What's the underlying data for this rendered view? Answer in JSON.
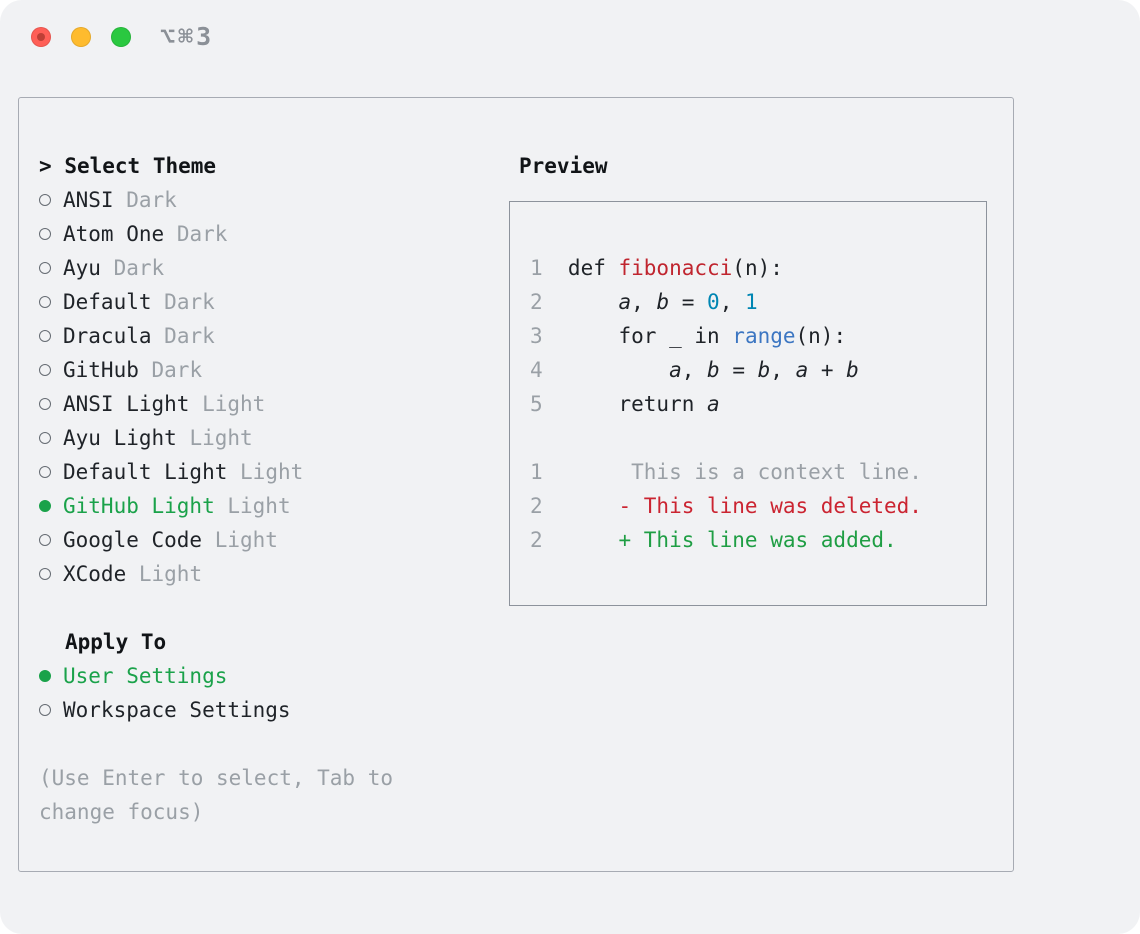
{
  "window": {
    "title": "⌥⌘3",
    "controls": {
      "close": "close",
      "minimize": "minimize",
      "zoom": "zoom"
    }
  },
  "colors": {
    "selected_green": "#1aa24a",
    "added_green": "#1f9e44",
    "deleted_red": "#cb2431",
    "function_red": "#c0252f",
    "number_teal": "#0086b3",
    "builtin_blue": "#3c76c2",
    "muted_gray": "#9aa0a6",
    "foreground": "#1f2328"
  },
  "panel": {
    "select_theme": {
      "prompt": ">",
      "title": "Select Theme",
      "items": [
        {
          "name": "ANSI",
          "variant": "Dark",
          "selected": false
        },
        {
          "name": "Atom One",
          "variant": "Dark",
          "selected": false
        },
        {
          "name": "Ayu",
          "variant": "Dark",
          "selected": false
        },
        {
          "name": "Default",
          "variant": "Dark",
          "selected": false
        },
        {
          "name": "Dracula",
          "variant": "Dark",
          "selected": false
        },
        {
          "name": "GitHub",
          "variant": "Dark",
          "selected": false
        },
        {
          "name": "ANSI Light",
          "variant": "Light",
          "selected": false
        },
        {
          "name": "Ayu Light",
          "variant": "Light",
          "selected": false
        },
        {
          "name": "Default Light",
          "variant": "Light",
          "selected": false
        },
        {
          "name": "GitHub Light",
          "variant": "Light",
          "selected": true
        },
        {
          "name": "Google Code",
          "variant": "Light",
          "selected": false
        },
        {
          "name": "XCode",
          "variant": "Light",
          "selected": false
        }
      ]
    },
    "apply_to": {
      "title": "Apply To",
      "options": [
        {
          "label": "User Settings",
          "selected": true
        },
        {
          "label": "Workspace Settings",
          "selected": false
        }
      ]
    },
    "hint": "(Use Enter to select, Tab to change focus)"
  },
  "preview": {
    "title": "Preview",
    "lines": [
      {
        "num": "1",
        "segments": [
          {
            "t": "def ",
            "c": "fg"
          },
          {
            "t": "fibonacci",
            "c": "fn"
          },
          {
            "t": "(n):",
            "c": "fg"
          }
        ]
      },
      {
        "num": "2",
        "segments": [
          {
            "t": "    ",
            "c": "fg"
          },
          {
            "t": "a",
            "c": "var"
          },
          {
            "t": ", ",
            "c": "fg"
          },
          {
            "t": "b",
            "c": "var"
          },
          {
            "t": " = ",
            "c": "fg"
          },
          {
            "t": "0",
            "c": "num"
          },
          {
            "t": ", ",
            "c": "fg"
          },
          {
            "t": "1",
            "c": "num"
          }
        ]
      },
      {
        "num": "3",
        "segments": [
          {
            "t": "    for _ in ",
            "c": "fg"
          },
          {
            "t": "range",
            "c": "blue"
          },
          {
            "t": "(n):",
            "c": "fg"
          }
        ]
      },
      {
        "num": "4",
        "segments": [
          {
            "t": "        ",
            "c": "fg"
          },
          {
            "t": "a",
            "c": "var"
          },
          {
            "t": ", ",
            "c": "fg"
          },
          {
            "t": "b",
            "c": "var"
          },
          {
            "t": " = ",
            "c": "fg"
          },
          {
            "t": "b",
            "c": "var"
          },
          {
            "t": ", ",
            "c": "fg"
          },
          {
            "t": "a",
            "c": "var"
          },
          {
            "t": " + ",
            "c": "fg"
          },
          {
            "t": "b",
            "c": "var"
          }
        ]
      },
      {
        "num": "5",
        "segments": [
          {
            "t": "    return ",
            "c": "fg"
          },
          {
            "t": "a",
            "c": "var"
          }
        ]
      },
      {
        "num": "",
        "segments": []
      },
      {
        "num": "1",
        "segments": [
          {
            "t": "     This is a context line.",
            "c": "ctx"
          }
        ]
      },
      {
        "num": "2",
        "segments": [
          {
            "t": "    - This line was deleted.",
            "c": "del"
          }
        ]
      },
      {
        "num": "2",
        "segments": [
          {
            "t": "    + This line was added.",
            "c": "add"
          }
        ]
      }
    ]
  }
}
